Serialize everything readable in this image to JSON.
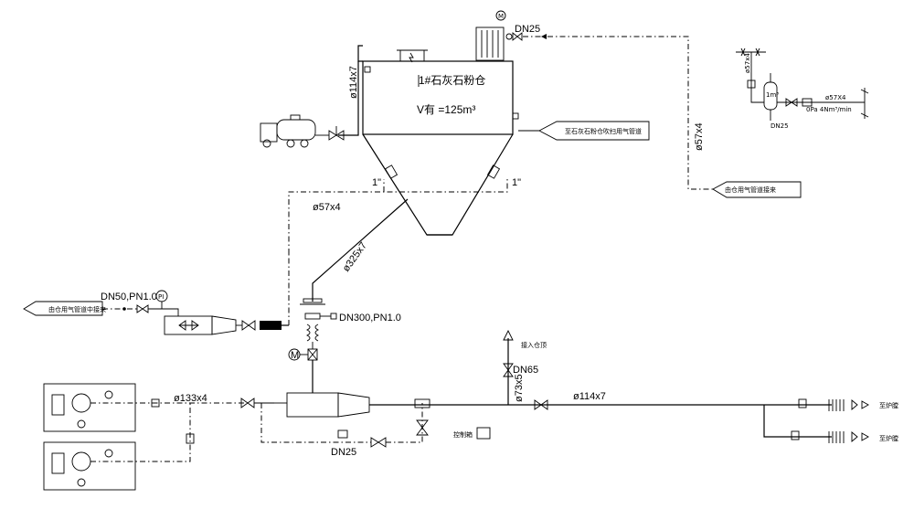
{
  "labels": {
    "silo_title": "1#石灰石粉仓",
    "silo_volume": "V有 =125m³",
    "dn25_top": "DN25",
    "pipe_114_vert": "ø114x7",
    "pipe_57_horiz": "ø57x4",
    "pipe_57_vert": "ø57x4",
    "pipe_325": "ø325x7",
    "one_inch_left": "1\"",
    "one_inch_right": "1\"",
    "dn50": "DN50,PN1.0",
    "pi_gauge": "PI",
    "dn300": "DN300,PN1.0",
    "motor": "M",
    "pipe_133": "ø133x4",
    "dn25_bottom": "DN25",
    "dn65": "DN65",
    "pipe_73": "ø73x5",
    "pipe_114_horiz": "ø114x7",
    "to_silo": "接入仓顶",
    "control_box": "控制箱",
    "furnace_1": "至炉膛",
    "furnace_2": "至炉膛",
    "tag_silo_gas": "至石灰石粉仓吹扫用气管道",
    "tag_from_pipe": "由仓用气管道接来",
    "tag_from_main": "由仓用气管道中接来",
    "inset_tank": "1m³",
    "inset_pipe": "ø57X4",
    "inset_flow": "0Pa 4Nm³/min",
    "inset_dn": "DN25",
    "inset_vert": "ø57x4"
  }
}
